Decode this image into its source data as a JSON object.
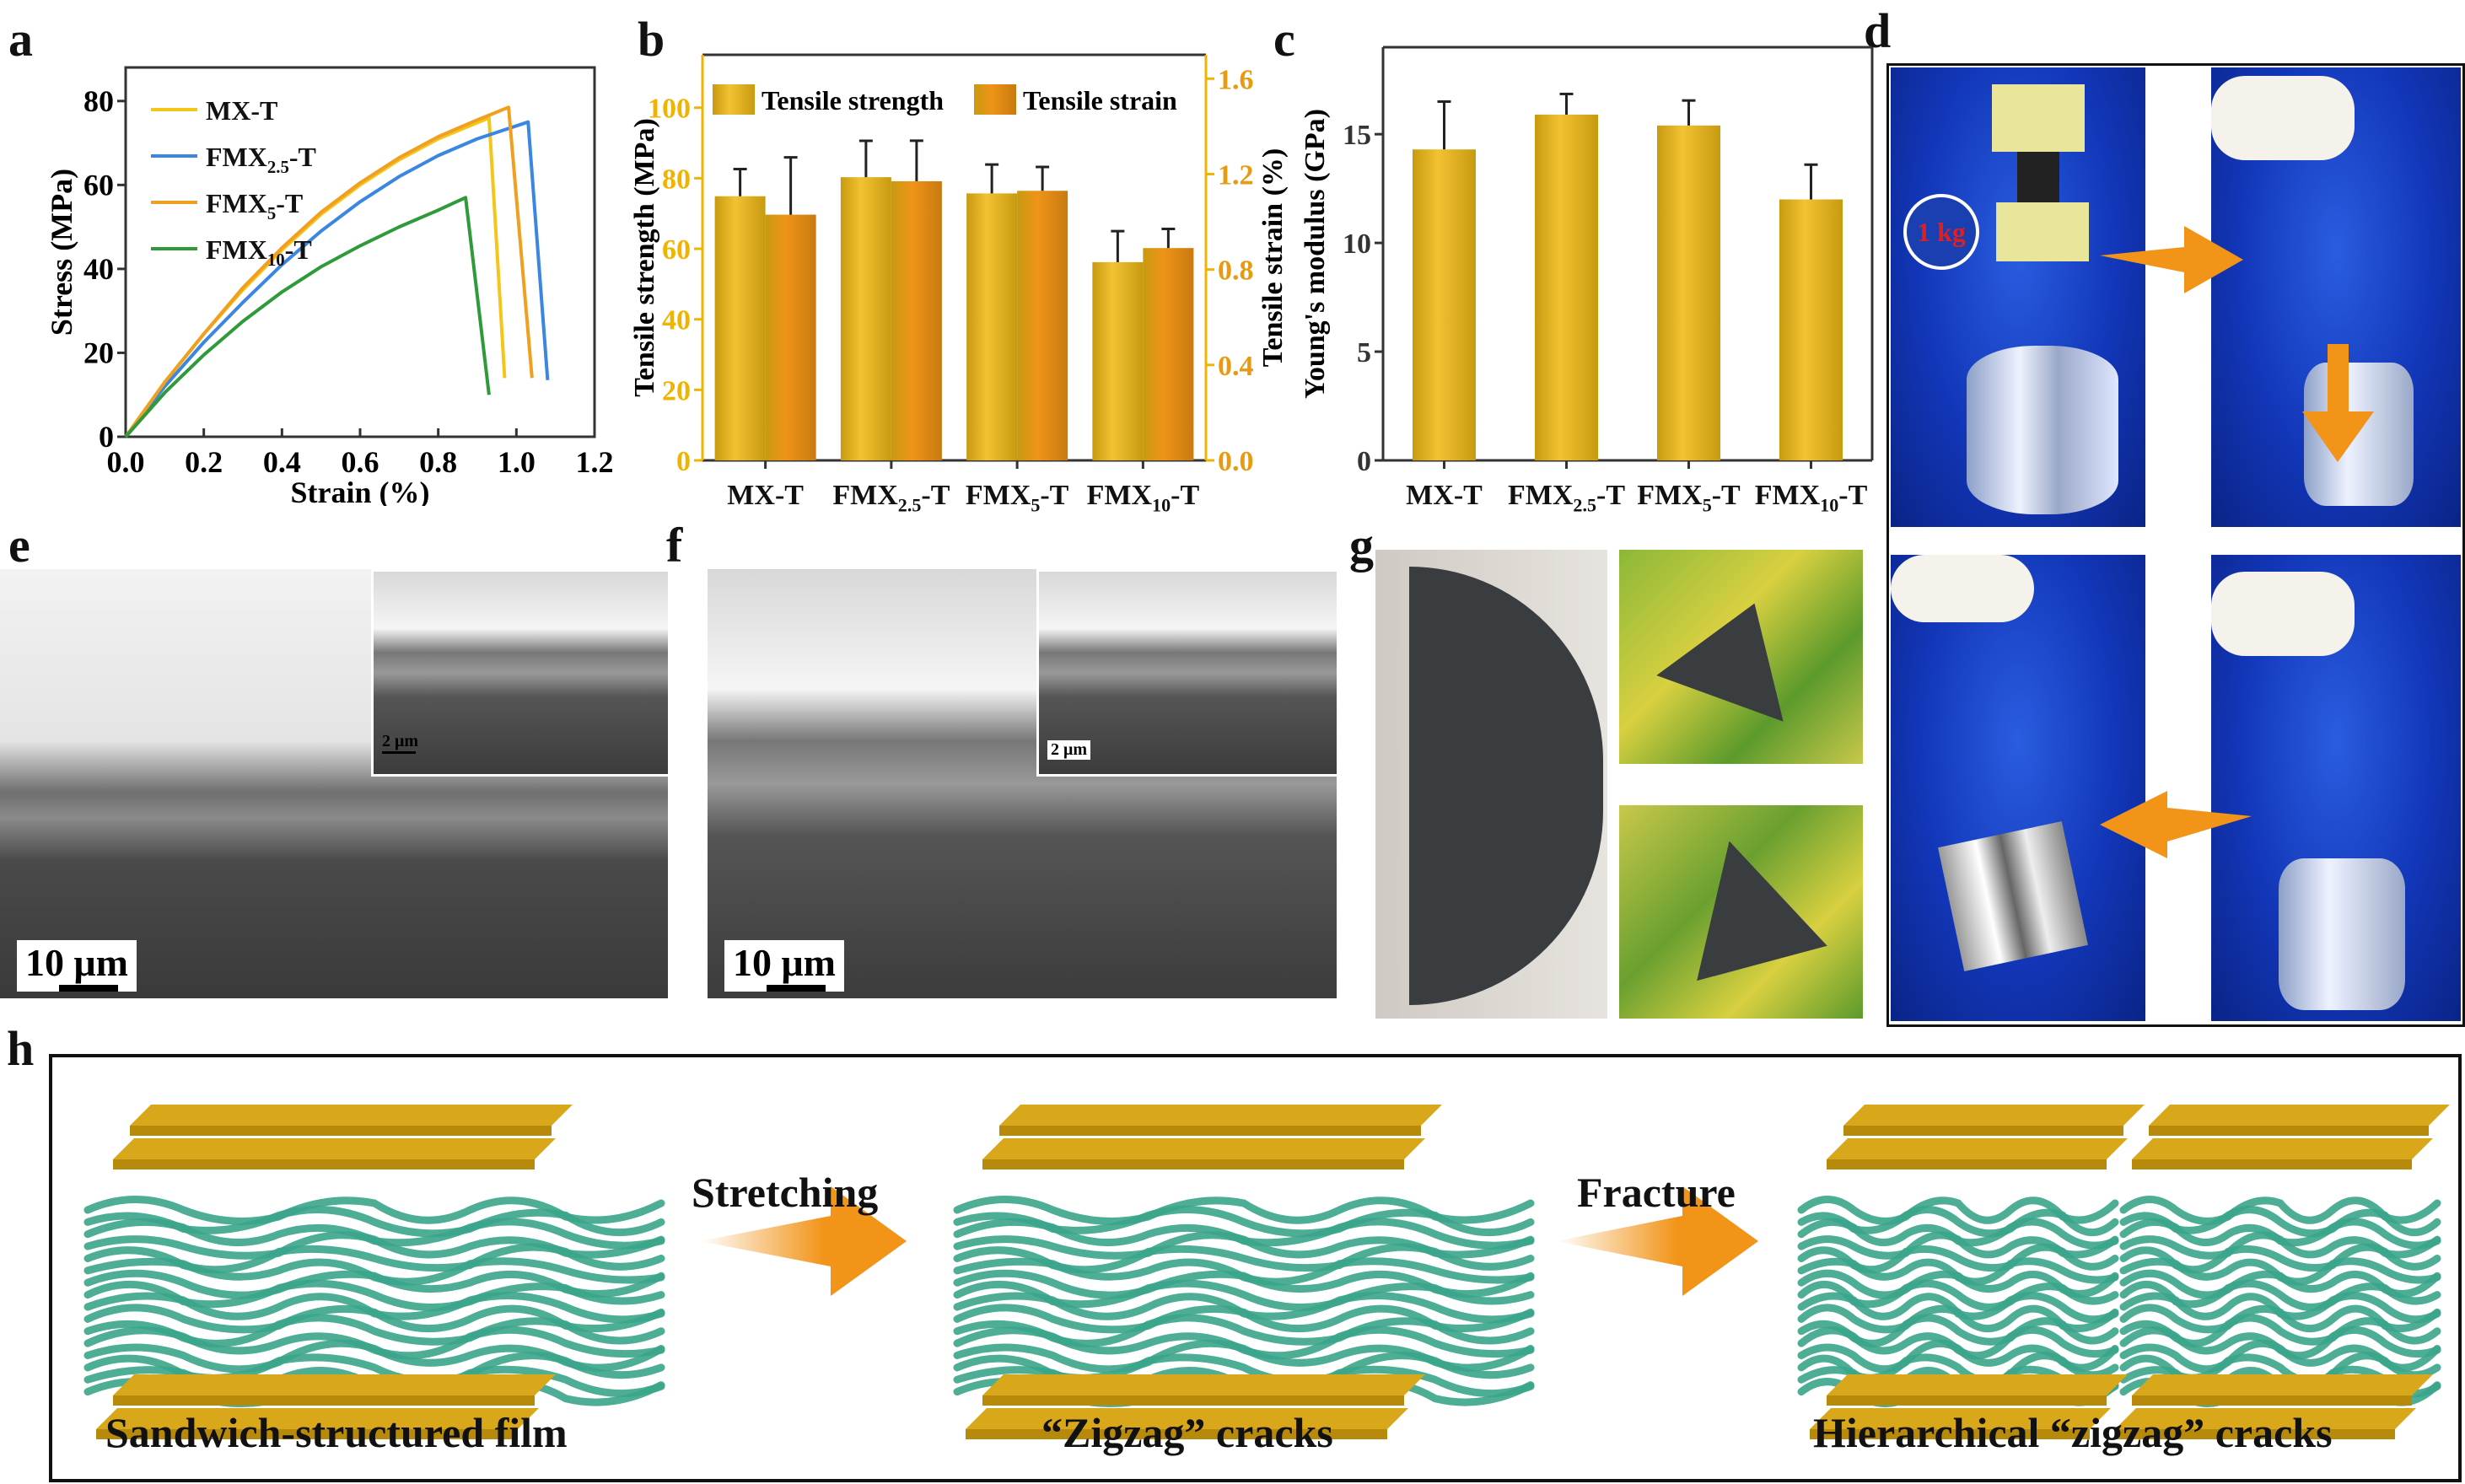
{
  "panel_labels": {
    "a": "a",
    "b": "b",
    "c": "c",
    "d": "d",
    "e": "e",
    "f": "f",
    "g": "g",
    "h": "h"
  },
  "colors": {
    "mx": "#f5c518",
    "fmx25": "#3a86e0",
    "fmx5": "#f0a020",
    "fmx10": "#2e9a3a",
    "strength_bar": "#f2c232",
    "strain_bar": "#ef9418",
    "right_axis": "#f0b400",
    "arrow": "#f29418",
    "platelet": "#d9a81a",
    "fiber": "#3aa58a"
  },
  "chart_data": [
    {
      "id": "a",
      "type": "line",
      "title": "",
      "xlabel": "Strain (%)",
      "ylabel": "Stress (MPa)",
      "xlim": [
        0,
        1.2
      ],
      "ylim": [
        0,
        88
      ],
      "xticks": [
        "0.0",
        "0.2",
        "0.4",
        "0.6",
        "0.8",
        "1.0",
        "1.2"
      ],
      "xtick_values": [
        0,
        0.2,
        0.4,
        0.6,
        0.8,
        1.0,
        1.2
      ],
      "yticks": [
        "0",
        "20",
        "40",
        "60",
        "80"
      ],
      "ytick_values": [
        0,
        20,
        40,
        60,
        80
      ],
      "legend_position": "top-left",
      "series": [
        {
          "name": "MX-T",
          "base": "MX",
          "sub": "",
          "suffix": "-T",
          "color": "#f5c518",
          "points": [
            [
              0,
              0
            ],
            [
              0.1,
              13
            ],
            [
              0.2,
              24.5
            ],
            [
              0.3,
              35
            ],
            [
              0.4,
              44.5
            ],
            [
              0.5,
              53
            ],
            [
              0.6,
              60
            ],
            [
              0.7,
              66
            ],
            [
              0.8,
              71
            ],
            [
              0.93,
              76
            ],
            [
              0.97,
              14
            ]
          ]
        },
        {
          "name": "FMX2.5-T",
          "base": "FMX",
          "sub": "2.5",
          "suffix": "-T",
          "color": "#3a86e0",
          "points": [
            [
              0,
              0
            ],
            [
              0.1,
              12
            ],
            [
              0.2,
              22.5
            ],
            [
              0.3,
              32
            ],
            [
              0.4,
              41
            ],
            [
              0.5,
              49
            ],
            [
              0.6,
              56
            ],
            [
              0.7,
              62
            ],
            [
              0.8,
              67
            ],
            [
              0.9,
              71
            ],
            [
              1.03,
              75
            ],
            [
              1.08,
              13.5
            ]
          ]
        },
        {
          "name": "FMX5-T",
          "base": "FMX",
          "sub": "5",
          "suffix": "-T",
          "color": "#f0a020",
          "points": [
            [
              0,
              0
            ],
            [
              0.1,
              13
            ],
            [
              0.2,
              24.5
            ],
            [
              0.3,
              35.5
            ],
            [
              0.4,
              45
            ],
            [
              0.5,
              53.5
            ],
            [
              0.6,
              60.5
            ],
            [
              0.7,
              66.5
            ],
            [
              0.8,
              71.5
            ],
            [
              0.9,
              75.5
            ],
            [
              0.98,
              78.5
            ],
            [
              1.04,
              14
            ]
          ]
        },
        {
          "name": "FMX10-T",
          "base": "FMX",
          "sub": "10",
          "suffix": "-T",
          "color": "#2e9a3a",
          "points": [
            [
              0,
              0
            ],
            [
              0.1,
              10.5
            ],
            [
              0.2,
              19.5
            ],
            [
              0.3,
              27.5
            ],
            [
              0.4,
              34.5
            ],
            [
              0.5,
              40.5
            ],
            [
              0.6,
              45.5
            ],
            [
              0.7,
              50
            ],
            [
              0.8,
              54
            ],
            [
              0.87,
              57
            ],
            [
              0.93,
              10
            ]
          ]
        }
      ]
    },
    {
      "id": "b",
      "type": "bar",
      "ylabel": "Tensile strength (MPa)",
      "ylabel_right": "Tensile strain (%)",
      "ylim": [
        0,
        115
      ],
      "ylim_right": [
        0,
        1.7
      ],
      "yticks": [
        "0",
        "20",
        "40",
        "60",
        "80",
        "100"
      ],
      "ytick_values": [
        0,
        20,
        40,
        60,
        80,
        100
      ],
      "yticks_right": [
        "0.0",
        "0.4",
        "0.8",
        "1.2",
        "1.6"
      ],
      "ytick_values_right": [
        0,
        0.4,
        0.8,
        1.2,
        1.6
      ],
      "categories": [
        {
          "base": "MX",
          "sub": "",
          "suffix": "-T"
        },
        {
          "base": "FMX",
          "sub": "2.5",
          "suffix": "-T"
        },
        {
          "base": "FMX",
          "sub": "5",
          "suffix": "-T"
        },
        {
          "base": "FMX",
          "sub": "10",
          "suffix": "-T"
        }
      ],
      "legend_position": "top",
      "series": [
        {
          "name": "Tensile strength",
          "axis": "left",
          "color": "#f2c232",
          "values": [
            74.9,
            80.3,
            75.7,
            56.2
          ],
          "errors": [
            7.7,
            10.3,
            8.2,
            8.8
          ]
        },
        {
          "name": "Tensile strain",
          "axis": "right",
          "color": "#ef9418",
          "values": [
            1.03,
            1.17,
            1.13,
            0.89
          ],
          "errors": [
            0.24,
            0.17,
            0.1,
            0.08
          ]
        }
      ]
    },
    {
      "id": "c",
      "type": "bar",
      "ylabel": "Young's modulus (GPa)",
      "ylim": [
        0,
        19
      ],
      "yticks": [
        "0",
        "5",
        "10",
        "15"
      ],
      "ytick_values": [
        0,
        5,
        10,
        15
      ],
      "categories": [
        {
          "base": "MX",
          "sub": "",
          "suffix": "-T"
        },
        {
          "base": "FMX",
          "sub": "2.5",
          "suffix": "-T"
        },
        {
          "base": "FMX",
          "sub": "5",
          "suffix": "-T"
        },
        {
          "base": "FMX",
          "sub": "10",
          "suffix": "-T"
        }
      ],
      "series": [
        {
          "name": "Young's modulus",
          "color": "#f2c232",
          "values": [
            14.3,
            15.9,
            15.4,
            12.0
          ],
          "errors": [
            2.2,
            0.95,
            1.15,
            1.6
          ]
        }
      ]
    }
  ],
  "panel_d": {
    "weight_label": "1 kg"
  },
  "panel_e": {
    "scale_main": "10 μm",
    "scale_inset": "2 μm"
  },
  "panel_f": {
    "scale_main": "10 μm",
    "scale_inset": "2 μm"
  },
  "panel_h": {
    "step1": "Sandwich-structured film",
    "arrow1": "Stretching",
    "step2": "“Zigzag” cracks",
    "arrow2": "Fracture",
    "step3": "Hierarchical “zigzag” cracks"
  }
}
